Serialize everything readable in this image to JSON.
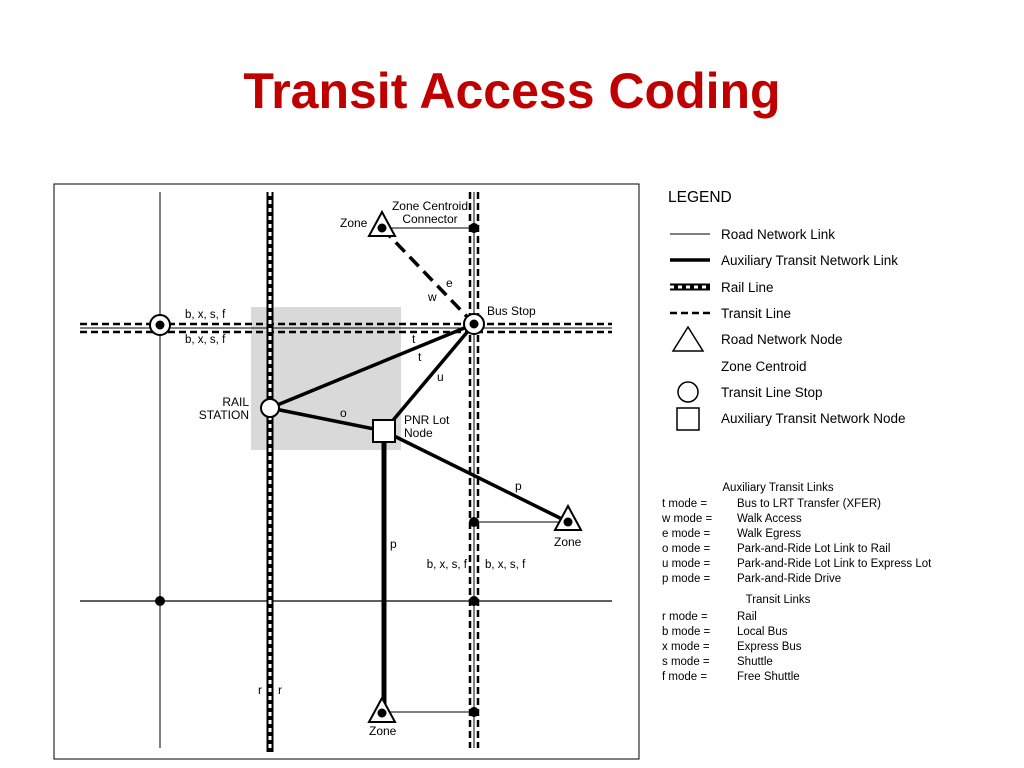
{
  "title": "Transit Access Coding",
  "colors": {
    "title": "#c00000",
    "shade": "#d9d9d9",
    "ink": "#000000"
  },
  "diagram": {
    "zone_centroid_connector": [
      "Zone Centroid",
      "Connector"
    ],
    "zone_top": "Zone",
    "zone_right": "Zone",
    "zone_bottom": "Zone",
    "bus_stop": "Bus Stop",
    "rail_station": [
      "RAIL",
      "STATION"
    ],
    "pnr_lot": [
      "PNR Lot",
      "Node"
    ],
    "upper_left_top": "b, x, s, f",
    "upper_left_bottom": "b, x, s, f",
    "mid_left": "b, x, s, f",
    "mid_right": "b, x, s, f",
    "mode_w": "w",
    "mode_e": "e",
    "mode_t1": "t",
    "mode_t2": "t",
    "mode_u": "u",
    "mode_o": "o",
    "mode_p_diag": "p",
    "mode_p_vert": "p",
    "rail_r_left": "r",
    "rail_r_right": "r"
  },
  "legend": {
    "title": "LEGEND",
    "items": [
      {
        "label": "Road Network Link",
        "symbol": "thin-line"
      },
      {
        "label": "Auxiliary Transit Network Link",
        "symbol": "thick-line"
      },
      {
        "label": "Rail Line",
        "symbol": "rail-line"
      },
      {
        "label": "Transit Line",
        "symbol": "dashed-line"
      },
      {
        "label": "Road Network Node",
        "symbol": "triangle"
      },
      {
        "label": "Zone Centroid",
        "symbol": "none"
      },
      {
        "label": "Transit Line Stop",
        "symbol": "circle"
      },
      {
        "label": "Auxiliary Transit Network Node",
        "symbol": "square"
      }
    ]
  },
  "aux_links": {
    "heading": "Auxiliary Transit Links",
    "rows": [
      {
        "mode": "t mode =",
        "desc": "Bus to LRT Transfer (XFER)"
      },
      {
        "mode": "w mode =",
        "desc": "Walk Access"
      },
      {
        "mode": "e mode =",
        "desc": "Walk Egress"
      },
      {
        "mode": "o mode =",
        "desc": "Park-and-Ride Lot Link to Rail"
      },
      {
        "mode": "u mode =",
        "desc": "Park-and-Ride Lot Link to Express Lot"
      },
      {
        "mode": "p mode =",
        "desc": "Park-and-Ride Drive"
      }
    ]
  },
  "transit_links": {
    "heading": "Transit Links",
    "rows": [
      {
        "mode": "r mode =",
        "desc": "Rail"
      },
      {
        "mode": "b mode =",
        "desc": "Local Bus"
      },
      {
        "mode": "x mode =",
        "desc": "Express Bus"
      },
      {
        "mode": "s mode =",
        "desc": "Shuttle"
      },
      {
        "mode": "f mode =",
        "desc": "Free Shuttle"
      }
    ]
  }
}
